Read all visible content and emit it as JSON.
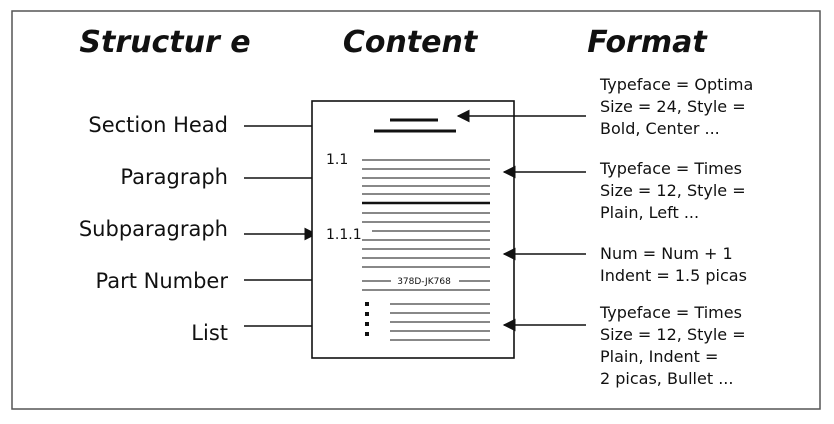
{
  "headings": {
    "structure": "Structur e",
    "content": "Content",
    "format": "Format"
  },
  "structure_labels": [
    "Section Head",
    "Paragraph",
    "Subparagraph",
    "Part Number",
    "List"
  ],
  "content": {
    "paragraph_number": "1.1",
    "subparagraph_number": "1.1.1",
    "part_number": "378D-JK768"
  },
  "format_blocks": [
    [
      "Typeface = Optima",
      "Size = 24, Style =",
      "Bold, Center ..."
    ],
    [
      "Typeface = Times",
      "Size = 12, Style =",
      "Plain, Left ..."
    ],
    [
      "Num = Num + 1",
      "Indent = 1.5 picas"
    ],
    [
      "Typeface = Times",
      "Size = 12, Style =",
      "Plain, Indent =",
      "2 picas, Bullet ..."
    ]
  ]
}
